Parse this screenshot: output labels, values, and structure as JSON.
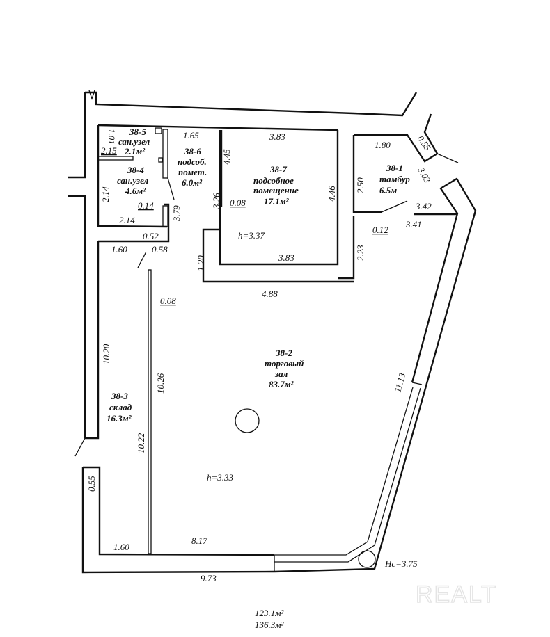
{
  "plan": {
    "rooms": [
      {
        "id": "38-1",
        "name": "тамбур",
        "area": "6.5м"
      },
      {
        "id": "38-2",
        "name_line1": "торговый",
        "name_line2": "зал",
        "area": "83.7м²"
      },
      {
        "id": "38-3",
        "name": "склад",
        "area": "16.3м²"
      },
      {
        "id": "38-4",
        "name": "сан.узел",
        "area": "4.6м²"
      },
      {
        "id": "38-5",
        "name": "сан.узел",
        "area": "2.1м²"
      },
      {
        "id": "38-6",
        "name_line1": "подсоб.",
        "name_line2": "помет.",
        "area": "6.0м²"
      },
      {
        "id": "38-7",
        "name_line1": "подсобное",
        "name_line2": "помещение",
        "area": "17.1м²"
      }
    ],
    "dimensions": {
      "d_1_01": "1.01",
      "d_2_15": "2.15",
      "d_1_65": "1.65",
      "d_3_83_top": "3.83",
      "d_1_80": "1.80",
      "d_0_55_top": "0.55",
      "d_2_14_left": "2.14",
      "d_4_45": "4.45",
      "d_4_46": "4.46",
      "d_2_50": "2.50",
      "d_3_03": "3.03",
      "d_3_26": "3.26",
      "d_0_08_a": "0.08",
      "d_0_14": "0.14",
      "d_3_79": "3.79",
      "d_2_14_bottom": "2.14",
      "d_0_52": "0.52",
      "d_1_60_top": "1.60",
      "d_0_58": "0.58",
      "d_1_20": "1.20",
      "d_3_83_bottom": "3.83",
      "d_2_23": "2.23",
      "d_0_12": "0.12",
      "d_3_42": "3.42",
      "d_3_41": "3.41",
      "d_4_88": "4.88",
      "d_0_08_b": "0.08",
      "d_10_20": "10.20",
      "d_10_26": "10.26",
      "d_10_22": "10.22",
      "d_11_13": "11.13",
      "d_0_55_bottom": "0.55",
      "d_1_60_bottom": "1.60",
      "d_8_17": "8.17",
      "d_9_73": "9.73"
    },
    "heights": {
      "h_aux": "h=3.37",
      "h_hall": "h=3.33",
      "h_building": "Hc=3.75"
    },
    "totals": {
      "main": "123.1м²",
      "total": "136.3м²"
    },
    "watermark": "REALT"
  }
}
